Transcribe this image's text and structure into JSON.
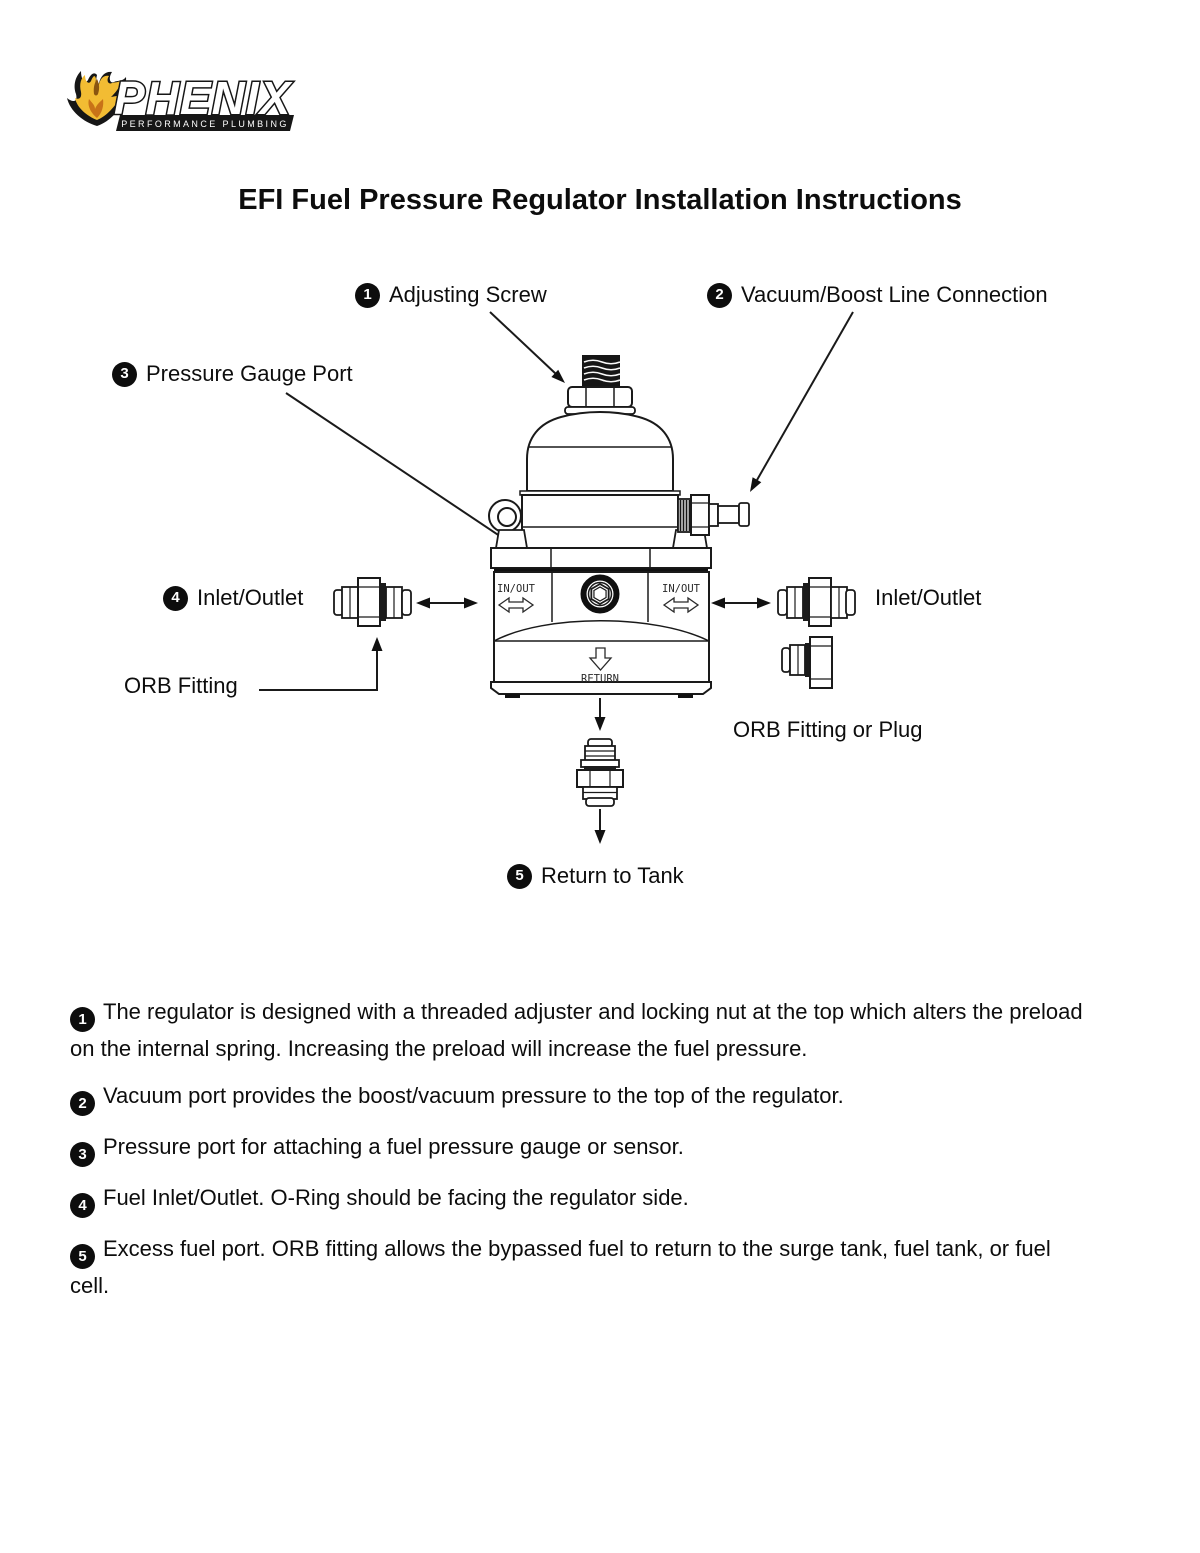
{
  "logo": {
    "brand": "PHENIX",
    "tagline": "PERFORMANCE PLUMBING",
    "colors": {
      "flame_gold": "#F2BC33",
      "flame_orange": "#C87318",
      "outline": "#161616"
    }
  },
  "title": "EFI Fuel Pressure Regulator Installation Instructions",
  "diagram": {
    "callouts": [
      {
        "num": "1",
        "label": "Adjusting Screw"
      },
      {
        "num": "2",
        "label": "Vacuum/Boost Line Connection"
      },
      {
        "num": "3",
        "label": "Pressure Gauge Port"
      },
      {
        "num": "4",
        "label": "Inlet/Outlet"
      },
      {
        "num": "5",
        "label": "Return to Tank"
      }
    ],
    "plain_labels": {
      "inlet_outlet_right": "Inlet/Outlet",
      "orb_fitting": "ORB Fitting",
      "orb_fitting_or_plug": "ORB Fitting or Plug"
    },
    "part_labels": {
      "in_out_left": "IN/OUT",
      "in_out_right": "IN/OUT",
      "return": "RETURN"
    }
  },
  "notes": [
    {
      "num": "1",
      "text": "The regulator is designed with a threaded adjuster and locking nut at the top which alters the preload on the internal spring. Increasing the preload will increase the fuel pressure."
    },
    {
      "num": "2",
      "text": "Vacuum port provides the boost/vacuum pressure to the top of the regulator."
    },
    {
      "num": "3",
      "text": "Pressure port for attaching a fuel pressure gauge or sensor."
    },
    {
      "num": "4",
      "text": "Fuel Inlet/Outlet. O-Ring should be facing the regulator side."
    },
    {
      "num": "5",
      "text": "Excess fuel port. ORB fitting allows the bypassed fuel to return to the surge tank, fuel tank, or fuel cell."
    }
  ]
}
